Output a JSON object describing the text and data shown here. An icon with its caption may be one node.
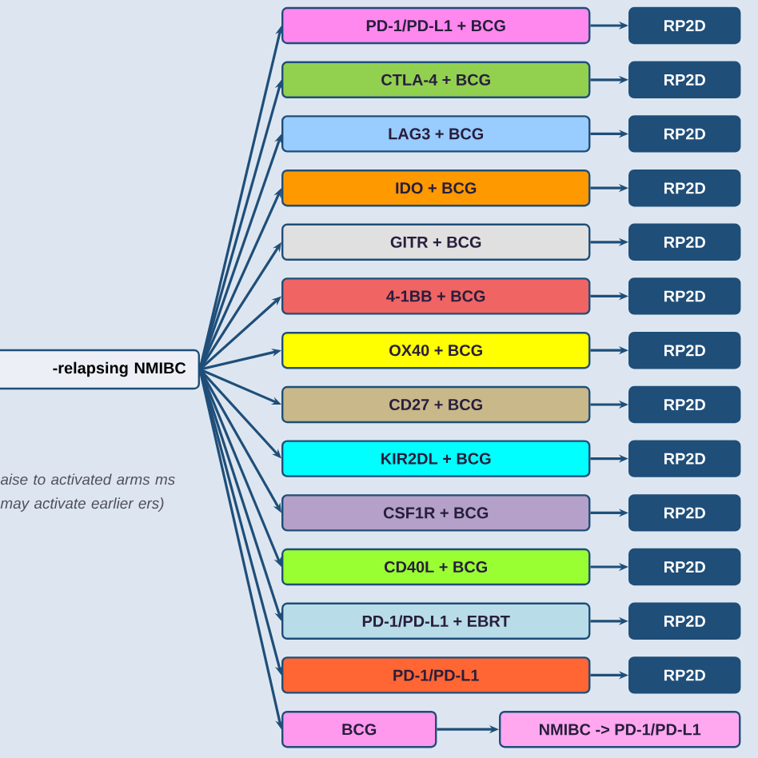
{
  "diagram": {
    "nodes": [
      {
        "text": [
          "-relapsing NMIBC"
        ]
      },
      {
        "text": [
          "PD-1/PD-L1 + BCG"
        ]
      },
      {
        "text": [
          "RP2D"
        ]
      },
      {
        "text": [
          "CTLA-4 + BCG"
        ]
      },
      {
        "text": [
          "RP2D"
        ]
      },
      {
        "text": [
          "LAG3 + BCG"
        ]
      },
      {
        "text": [
          "RP2D"
        ]
      },
      {
        "text": [
          "IDO + BCG"
        ]
      },
      {
        "text": [
          "RP2D"
        ]
      },
      {
        "text": [
          "GITR + BCG"
        ]
      },
      {
        "text": [
          "RP2D"
        ]
      },
      {
        "text": [
          "4-1BB + BCG"
        ]
      },
      {
        "text": [
          "RP2D"
        ]
      },
      {
        "text": [
          "OX40 + BCG"
        ]
      },
      {
        "text": [
          "RP2D"
        ]
      },
      {
        "text": [
          "CD27 + BCG"
        ]
      },
      {
        "text": [
          "RP2D"
        ]
      },
      {
        "text": [
          "KIR2DL + BCG"
        ]
      },
      {
        "text": [
          "RP2D"
        ]
      },
      {
        "text": [
          "CSF1R + BCG"
        ]
      },
      {
        "text": [
          "RP2D"
        ]
      },
      {
        "text": [
          "CD40L + BCG"
        ]
      },
      {
        "text": [
          "RP2D"
        ]
      },
      {
        "text": [
          "PD-1/PD-L1 + EBRT"
        ]
      },
      {
        "text": [
          "RP2D"
        ]
      },
      {
        "text": [
          "PD-1/PD-L1"
        ]
      },
      {
        "text": [
          "RP2D"
        ]
      },
      {
        "text": [
          "BCG"
        ]
      },
      {
        "text": [
          "NMIBC -> PD-1/PD-L1"
        ]
      }
    ],
    "edges": [
      {
        "from": 0,
        "to": 1,
        "arrow": "to"
      },
      {
        "from": 0,
        "to": 3,
        "arrow": "to"
      },
      {
        "from": 0,
        "to": 5,
        "arrow": "to"
      },
      {
        "from": 0,
        "to": 7,
        "arrow": "to"
      },
      {
        "from": 0,
        "to": 9,
        "arrow": "to"
      },
      {
        "from": 0,
        "to": 11,
        "arrow": "to"
      },
      {
        "from": 0,
        "to": 13,
        "arrow": "to"
      },
      {
        "from": 0,
        "to": 15,
        "arrow": "to"
      },
      {
        "from": 0,
        "to": 17,
        "arrow": "to"
      },
      {
        "from": 0,
        "to": 19,
        "arrow": "to"
      },
      {
        "from": 0,
        "to": 21,
        "arrow": "to"
      },
      {
        "from": 0,
        "to": 23,
        "arrow": "to"
      },
      {
        "from": 0,
        "to": 25,
        "arrow": "to"
      },
      {
        "from": 0,
        "to": 27,
        "arrow": "to"
      },
      {
        "from": 1,
        "to": 2,
        "arrow": "to"
      },
      {
        "from": 3,
        "to": 4,
        "arrow": "to"
      },
      {
        "from": 5,
        "to": 6,
        "arrow": "to"
      },
      {
        "from": 7,
        "to": 8,
        "arrow": "to"
      },
      {
        "from": 9,
        "to": 10,
        "arrow": "to"
      },
      {
        "from": 11,
        "to": 12,
        "arrow": "to"
      },
      {
        "from": 13,
        "to": 14,
        "arrow": "to"
      },
      {
        "from": 15,
        "to": 16,
        "arrow": "to"
      },
      {
        "from": 17,
        "to": 18,
        "arrow": "to"
      },
      {
        "from": 19,
        "to": 20,
        "arrow": "to"
      },
      {
        "from": 21,
        "to": 22,
        "arrow": "to"
      },
      {
        "from": 23,
        "to": 24,
        "arrow": "to"
      },
      {
        "from": 25,
        "to": 26,
        "arrow": "to"
      },
      {
        "from": 27,
        "to": 28,
        "arrow": "to"
      }
    ],
    "labels": [
      "aise to activated arms ms may activate earlier ers)"
    ]
  }
}
